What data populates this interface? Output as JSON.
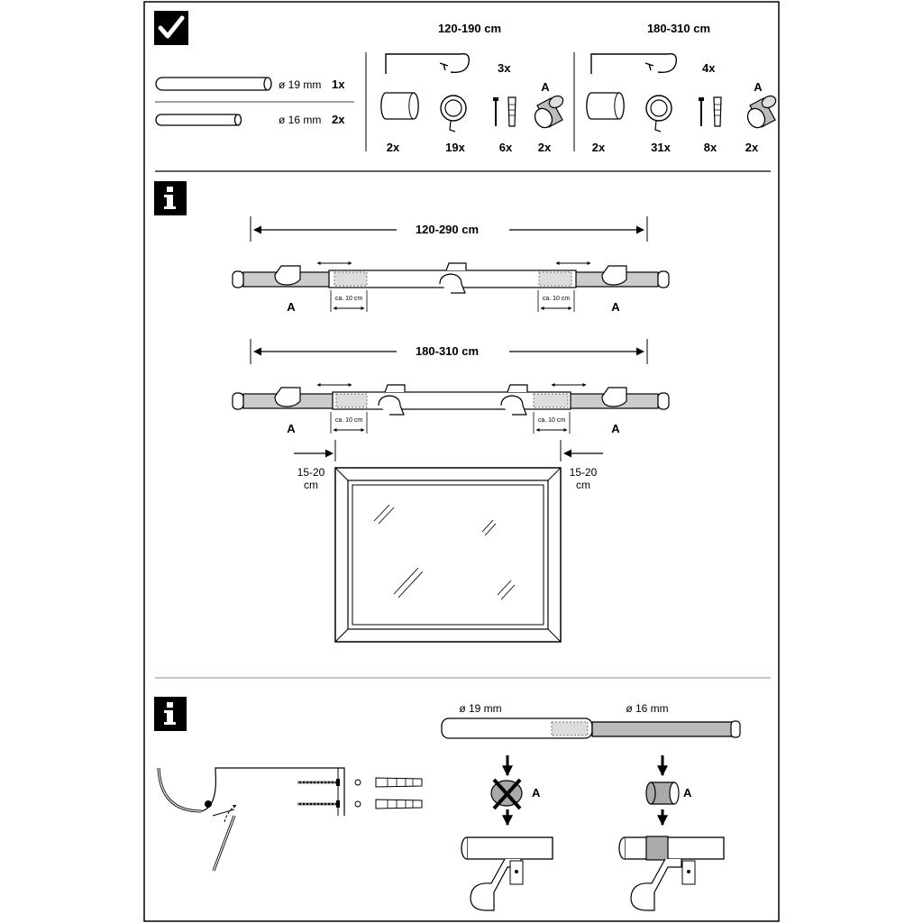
{
  "section1": {
    "badge_icon": "check-icon",
    "rods": [
      {
        "diameter": "ø 19 mm",
        "qty": "1x"
      },
      {
        "diameter": "ø 16 mm",
        "qty": "2x"
      }
    ],
    "set_small": {
      "range": "120-190 cm",
      "bracket_qty": "3x",
      "cap_qty": "2x",
      "ring_qty": "19x",
      "screw_qty": "6x",
      "connector_label": "A",
      "connector_qty": "2x"
    },
    "set_large": {
      "range": "180-310 cm",
      "bracket_qty": "4x",
      "cap_qty": "2x",
      "ring_qty": "31x",
      "screw_qty": "8x",
      "connector_label": "A",
      "connector_qty": "2x"
    }
  },
  "section2": {
    "badge_icon": "info-icon",
    "diagram1": {
      "range": "120-290 cm",
      "overlap_left": "ca. 10 cm",
      "overlap_right": "ca. 10 cm",
      "label_left": "A",
      "label_right": "A"
    },
    "diagram2": {
      "range": "180-310 cm",
      "overlap_left": "ca. 10 cm",
      "overlap_right": "ca. 10 cm",
      "label_left": "A",
      "label_right": "A"
    },
    "window_offset_left": {
      "line1": "15-20",
      "line2": "cm"
    },
    "window_offset_right": {
      "line1": "15-20",
      "line2": "cm"
    }
  },
  "section3": {
    "badge_icon": "info-icon",
    "rod_large": "ø 19 mm",
    "rod_small": "ø 16 mm",
    "wrong_label": "A",
    "right_label": "A"
  }
}
